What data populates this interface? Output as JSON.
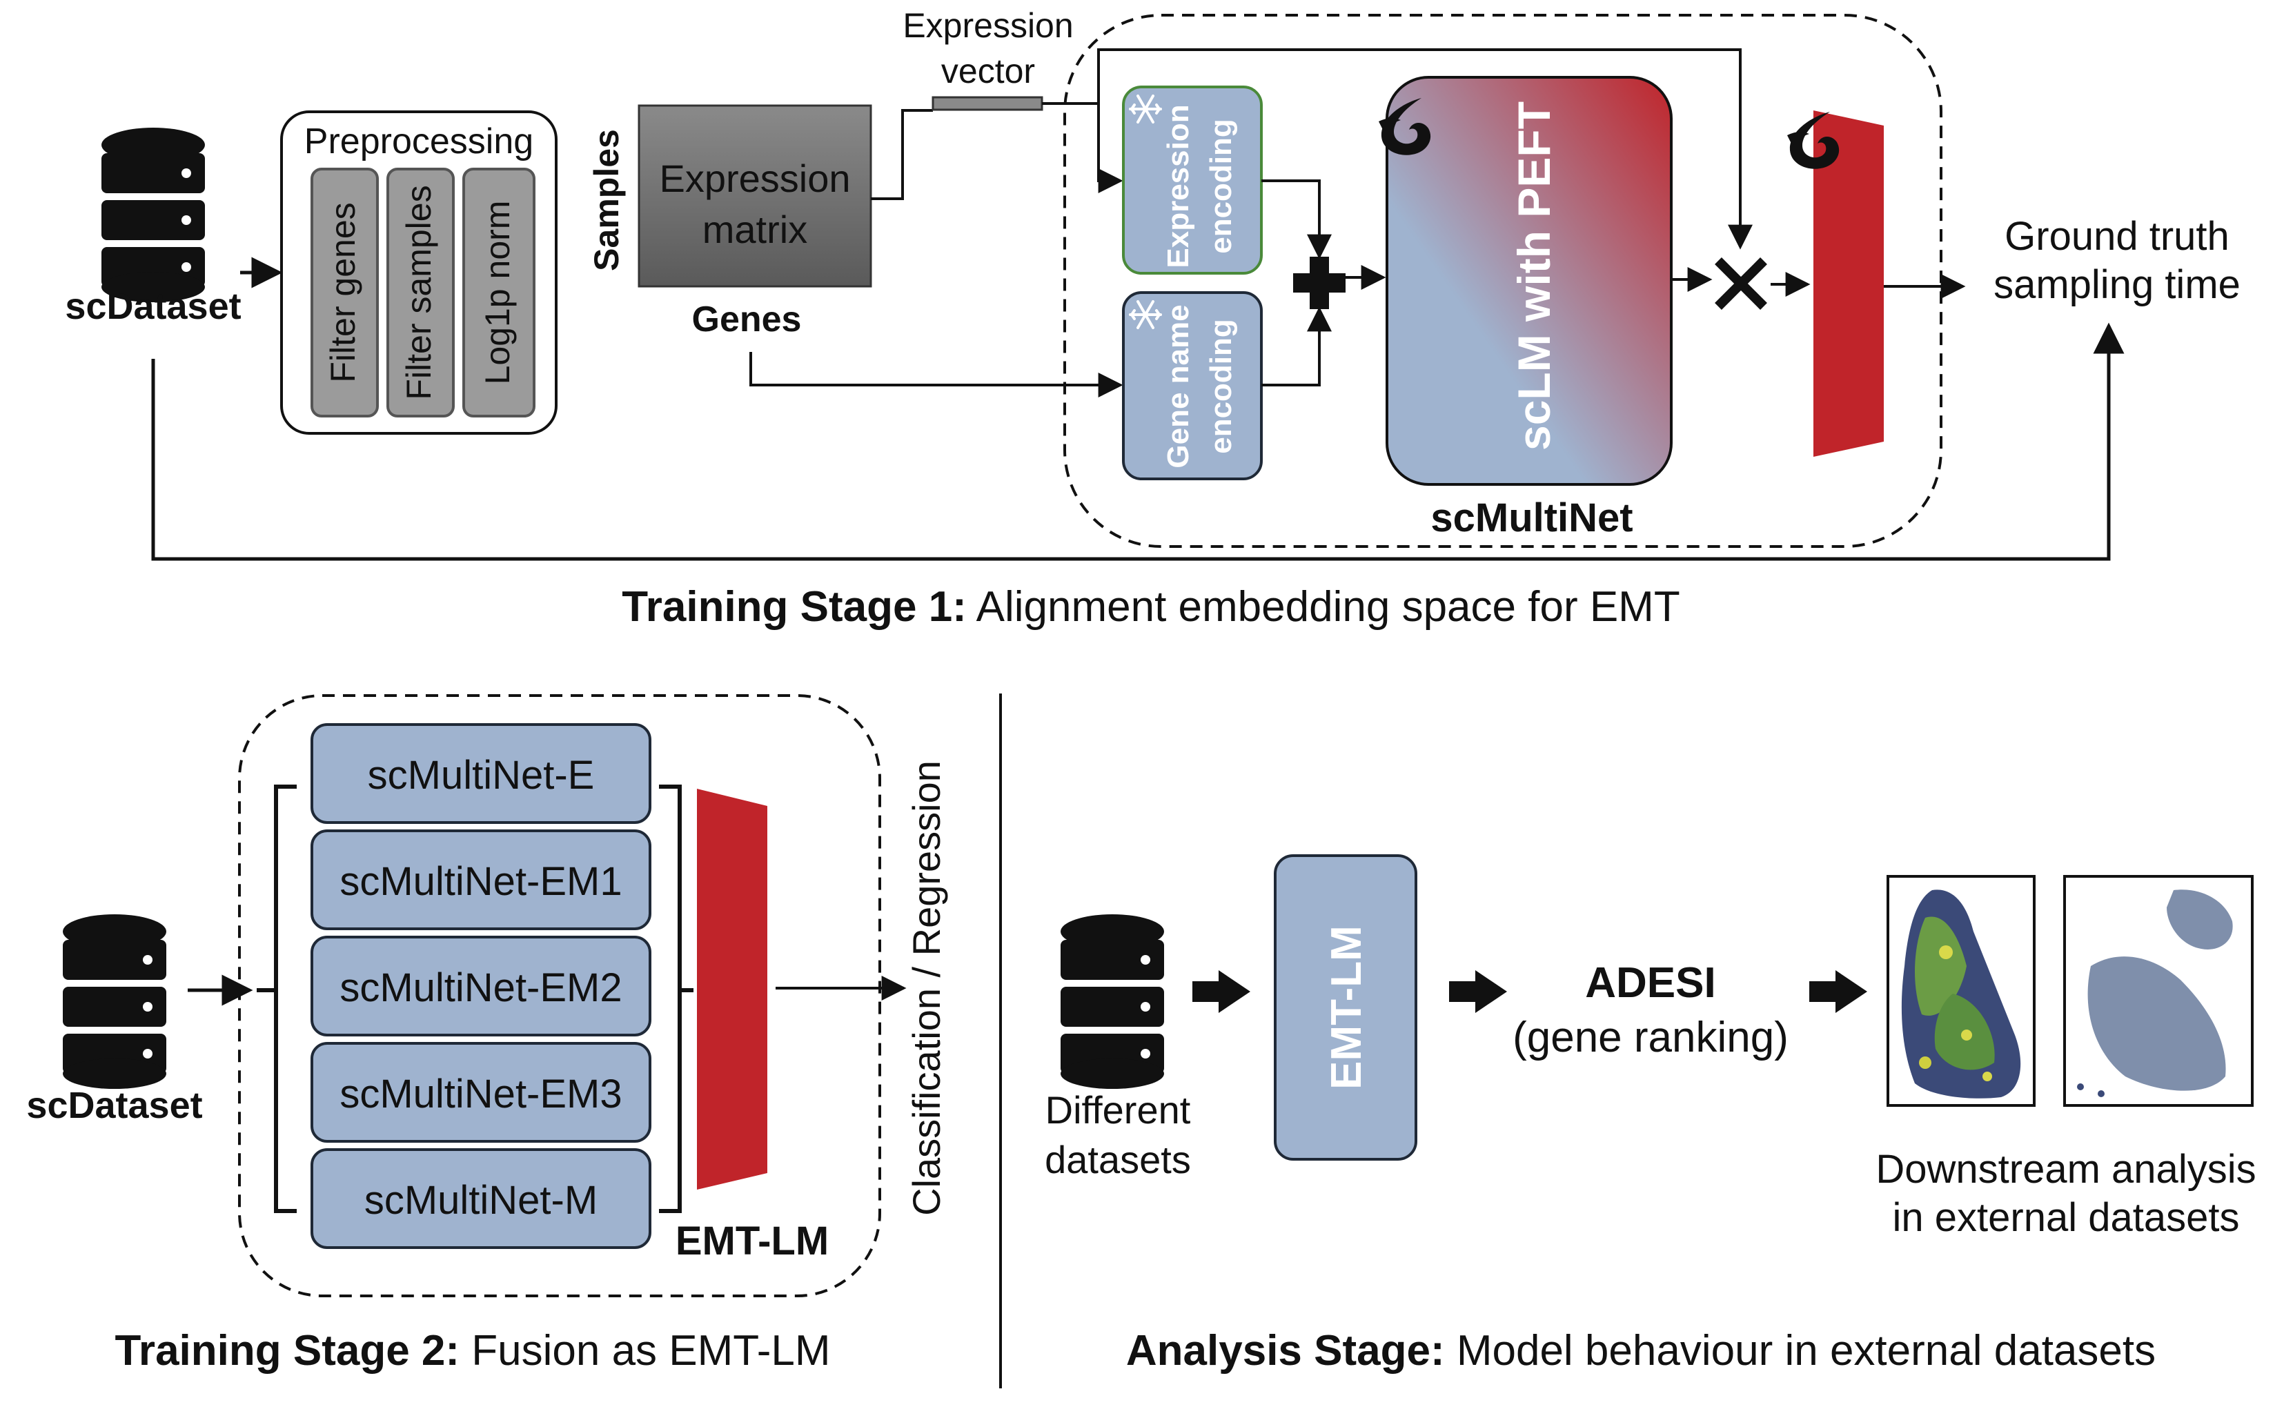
{
  "colors": {
    "red": "#c0242a",
    "blue_fill": "#9fb3cf",
    "blue_stroke": "#1f2937",
    "gray_box": "#9b9b9b",
    "dark_gray": "#555555",
    "green_stroke": "#4a8a3a"
  },
  "icons": [
    "database-icon",
    "snowflake-icon",
    "flame-icon",
    "plus-icon",
    "multiply-icon",
    "arrow-icon",
    "spatial-plot-icon"
  ],
  "stage1": {
    "dataset_label": "scDataset",
    "preprocessing": {
      "title": "Preprocessing",
      "steps": [
        "Filter genes",
        "Filter samples",
        "Log1p norm"
      ]
    },
    "matrix": {
      "samples_label": "Samples",
      "line1": "Expression",
      "line2": "matrix",
      "genes_label": "Genes"
    },
    "vector_line1": "Expression",
    "vector_line2": "vector",
    "expr_encoding_line1": "Expression",
    "expr_encoding_line2": "encoding",
    "gene_encoding_line1": "Gene name",
    "gene_encoding_line2": "encoding",
    "sclm_label": "scLM with PEFT",
    "model_name": "scMultiNet",
    "ground_truth_line1": "Ground truth",
    "ground_truth_line2": "sampling time",
    "caption_bold": "Training Stage 1:",
    "caption_rest": " Alignment embedding space for EMT"
  },
  "stage2": {
    "dataset_label": "scDataset",
    "models": [
      "scMultiNet-E",
      "scMultiNet-EM1",
      "scMultiNet-EM2",
      "scMultiNet-EM3",
      "scMultiNet-M"
    ],
    "fusion_label": "EMT-LM",
    "output_label": "Classification / Regression",
    "caption_bold": "Training Stage 2:",
    "caption_rest": " Fusion as EMT-LM"
  },
  "analysis": {
    "datasets_line1": "Different",
    "datasets_line2": "datasets",
    "model_label": "EMT-LM",
    "adesi_title": "ADESI",
    "adesi_sub": "(gene ranking)",
    "downstream_line1": "Downstream analysis",
    "downstream_line2": "in external datasets",
    "caption_bold": "Analysis Stage:",
    "caption_rest": " Model behaviour in external datasets"
  }
}
